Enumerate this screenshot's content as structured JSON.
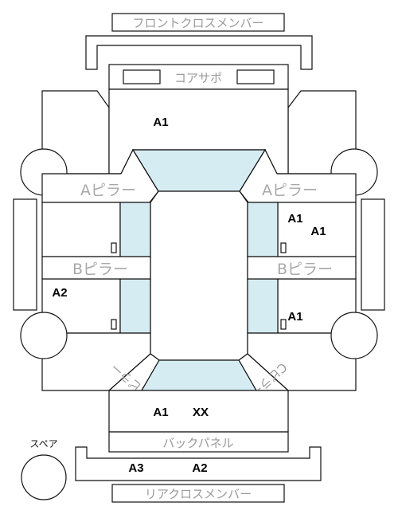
{
  "labels": {
    "front_cross_member": "フロントクロスメンバー",
    "core_support": "コアサポ",
    "a_pillar_left": "Aピラー",
    "a_pillar_right": "Aピラー",
    "b_pillar_left": "Bピラー",
    "b_pillar_right": "Bピラー",
    "c_pillar_left": "Cピラー",
    "c_pillar_right": "Cピラー",
    "back_panel": "バックパネル",
    "rear_cross_member": "リアクロスメンバー",
    "spare": "スペア"
  },
  "marks": {
    "hood": "A1",
    "front_right_door_1": "A1",
    "front_right_door_2": "A1",
    "rear_left_door": "A2",
    "rear_right_door": "A1",
    "trunk_1": "A1",
    "trunk_2": "XX",
    "rear_cross_1": "A3",
    "rear_cross_2": "A2"
  },
  "colors": {
    "glass": "#d6ecf3",
    "line": "#111111",
    "label_gray": "#9a9a9a"
  }
}
